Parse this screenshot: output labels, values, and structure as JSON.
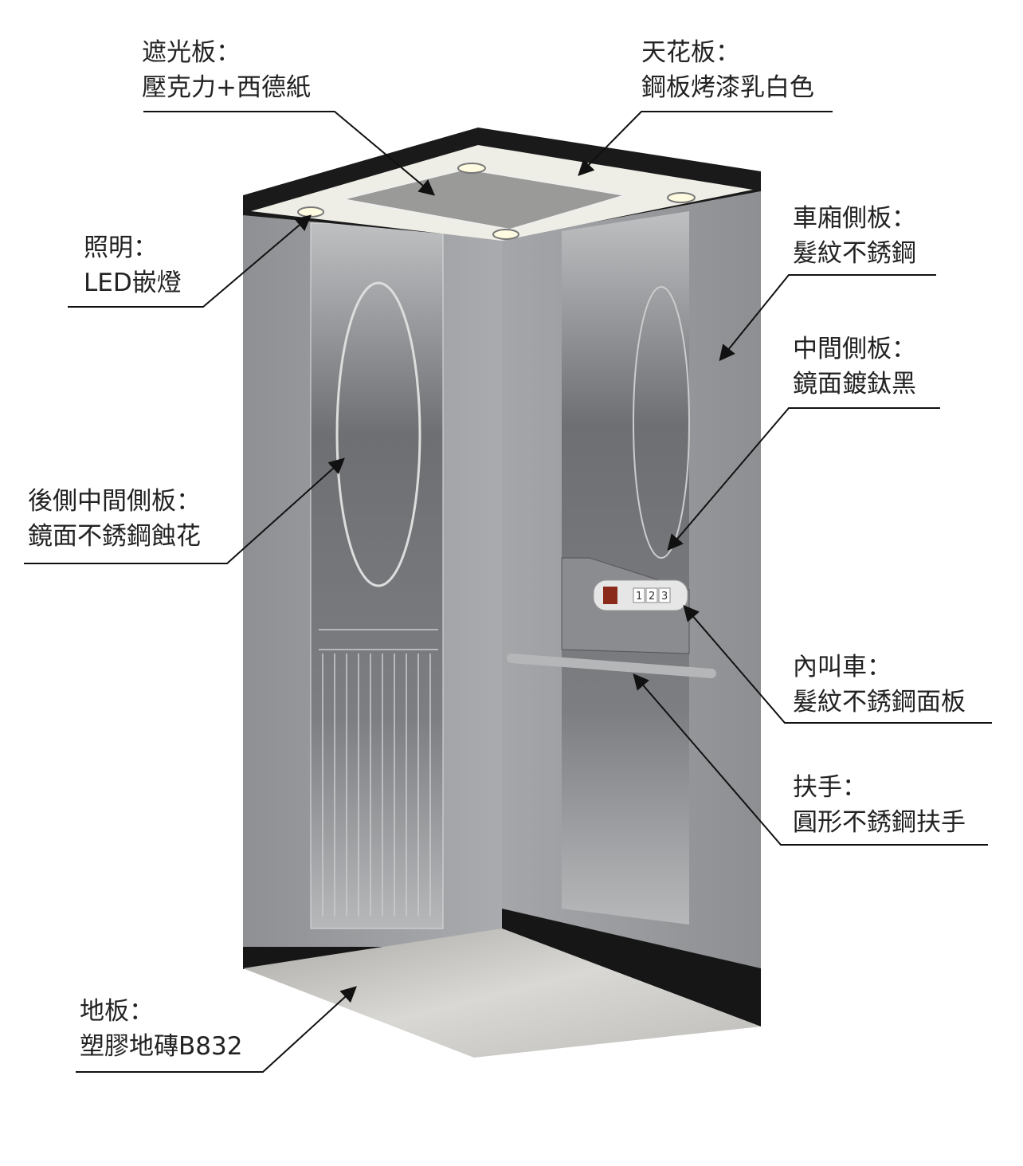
{
  "labels": [
    {
      "id": "visor",
      "title": "遮光板：",
      "desc": "壓克力+西德紙"
    },
    {
      "id": "ceiling",
      "title": "天花板：",
      "desc": "鋼板烤漆乳白色"
    },
    {
      "id": "lighting",
      "title": "照明：",
      "desc": "LED嵌燈"
    },
    {
      "id": "car-side-panel",
      "title": "車廂側板：",
      "desc": "髮紋不銹鋼"
    },
    {
      "id": "middle-side-panel",
      "title": "中間側板：",
      "desc": "鏡面鍍鈦黑"
    },
    {
      "id": "rear-middle-panel",
      "title": "後側中間側板：",
      "desc": "鏡面不銹鋼蝕花"
    },
    {
      "id": "car-operating-panel",
      "title": "內叫車：",
      "desc": "髮紋不銹鋼面板"
    },
    {
      "id": "handrail",
      "title": "扶手：",
      "desc": "圓形不銹鋼扶手"
    },
    {
      "id": "floor",
      "title": "地板：",
      "desc": "塑膠地磚B832"
    }
  ],
  "control_panel": {
    "floors": [
      "1",
      "2",
      "3"
    ]
  },
  "colors": {
    "wall": "#9a9c9f",
    "mirror": "#6f7175",
    "trim": "#1a1a1a",
    "ceiling": "#ecebe4",
    "floor": "#c9c8c4"
  }
}
